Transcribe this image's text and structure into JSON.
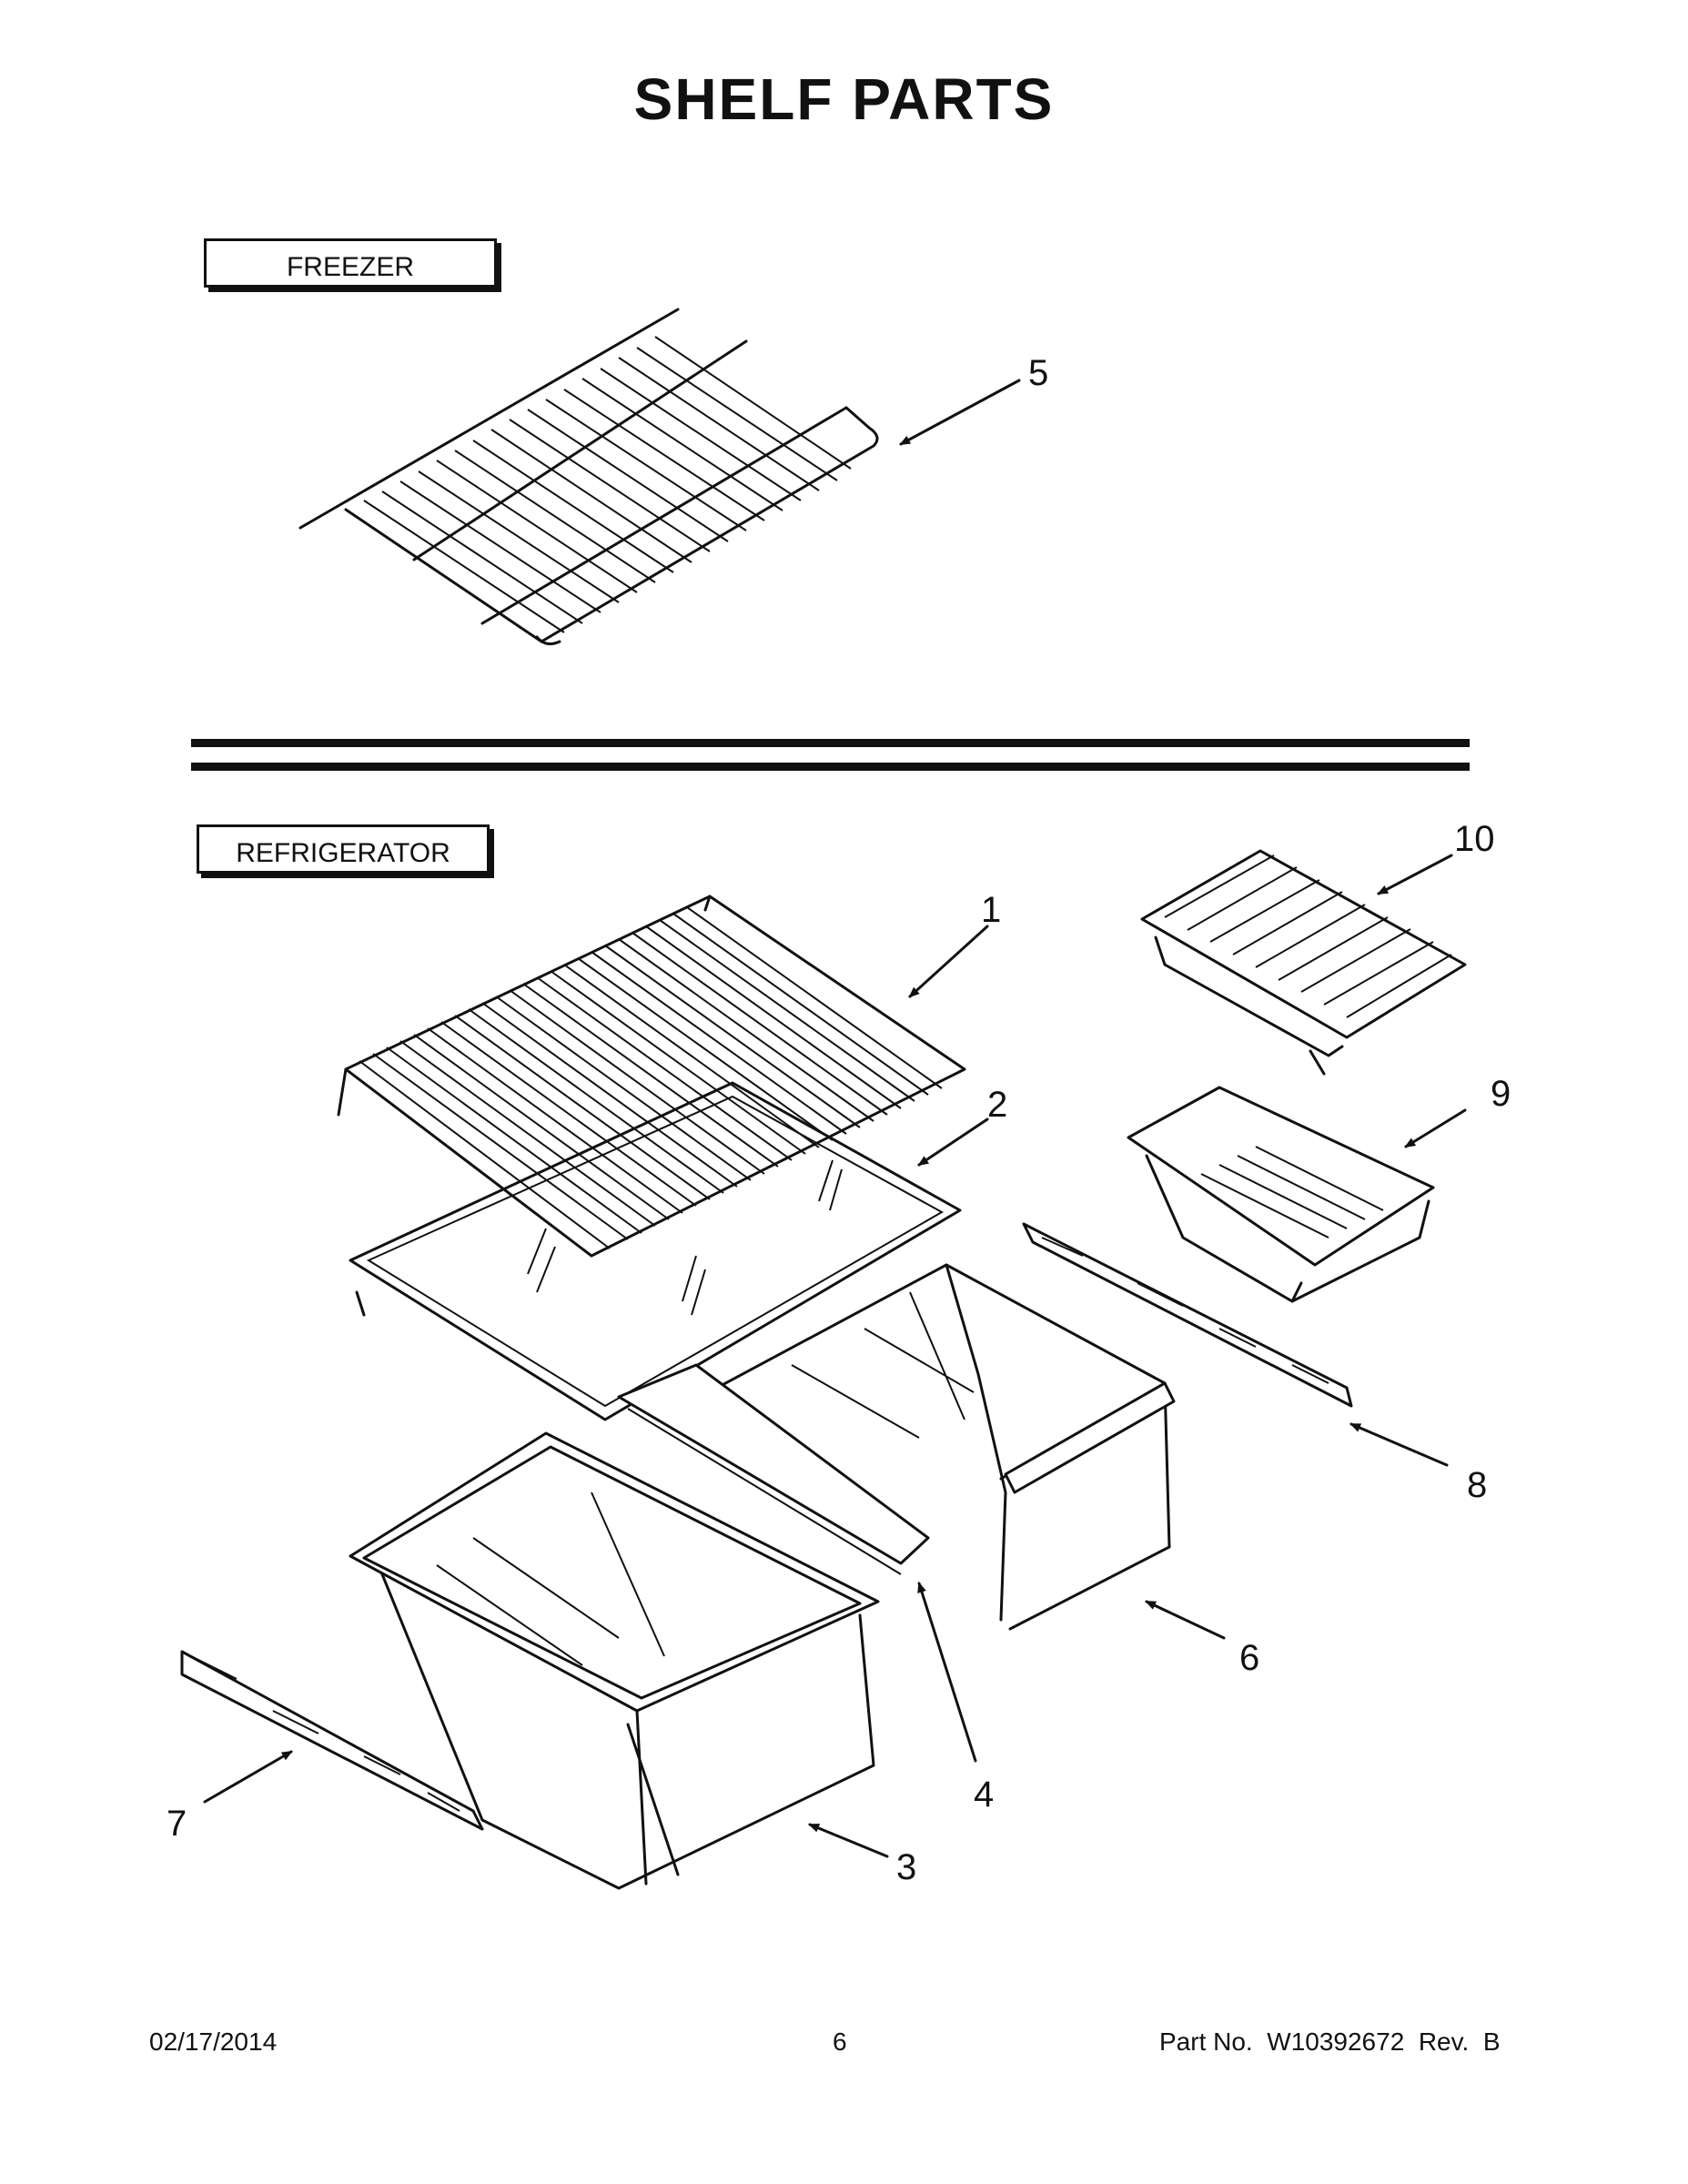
{
  "page": {
    "title": "SHELF PARTS"
  },
  "sections": {
    "freezer_label": "FREEZER",
    "refrigerator_label": "REFRIGERATOR"
  },
  "callouts": {
    "c1": "1",
    "c2": "2",
    "c3": "3",
    "c4": "4",
    "c5": "5",
    "c6": "6",
    "c7": "7",
    "c8": "8",
    "c9": "9",
    "c10": "10"
  },
  "footer": {
    "date": "02/17/2014",
    "page_number": "6",
    "part_number": "Part No.  W10392672  Rev.  B"
  }
}
